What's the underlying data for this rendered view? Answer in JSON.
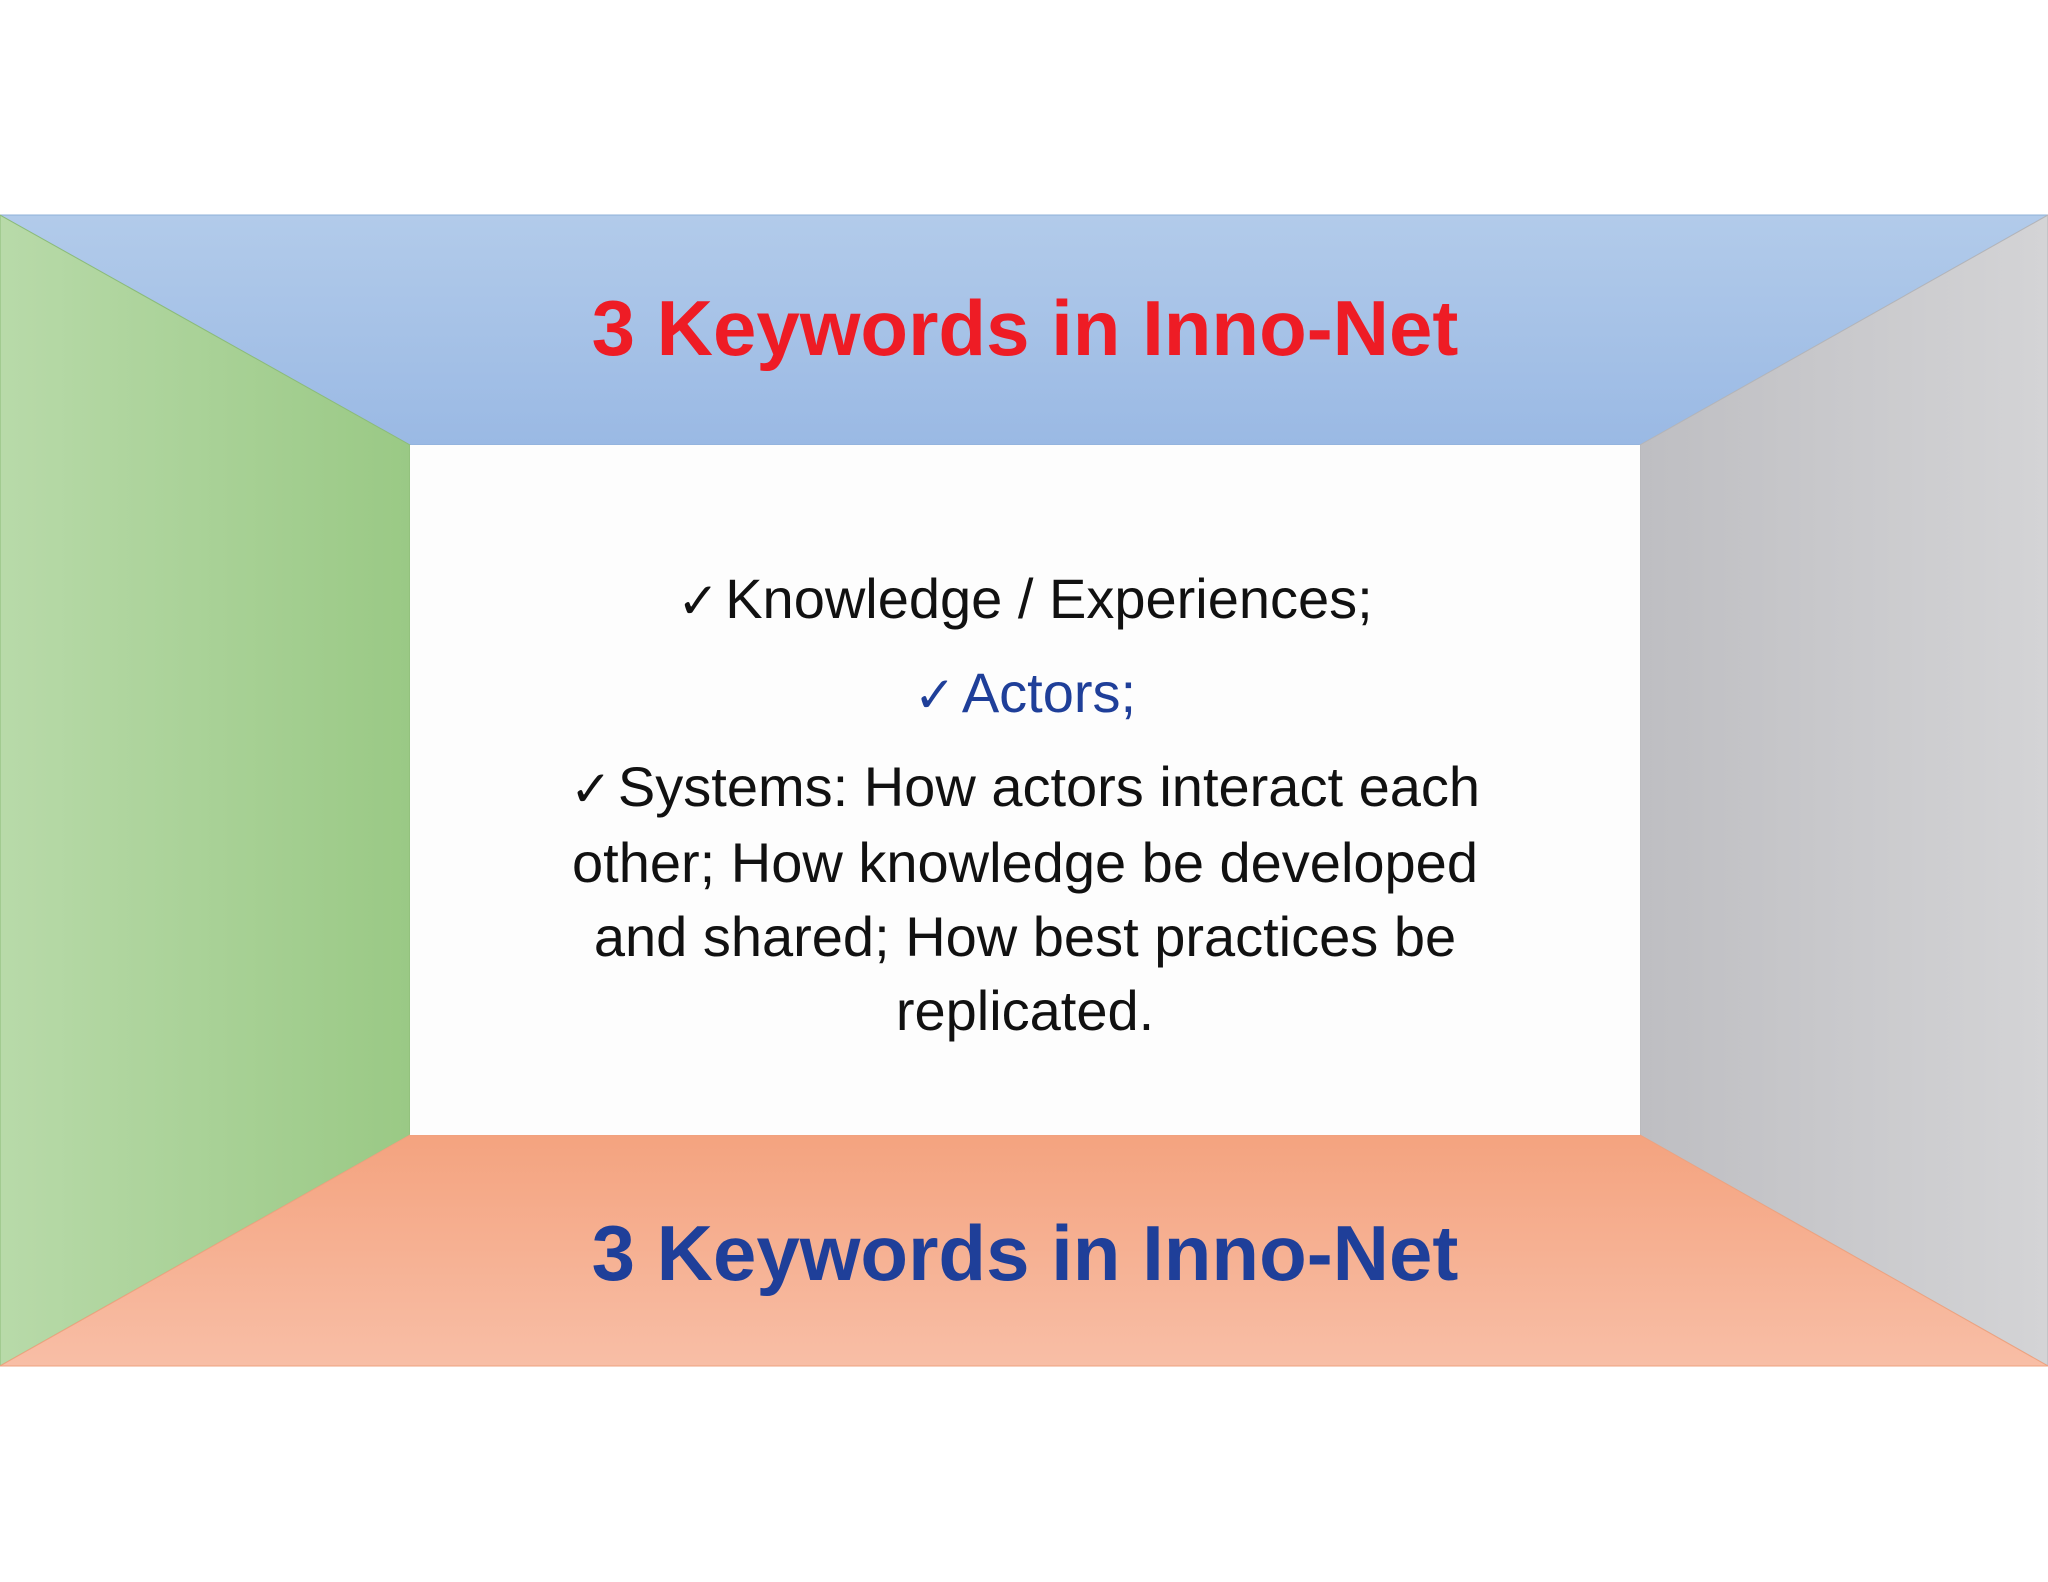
{
  "slide": {
    "top_title": "3 Keywords in Inno-Net",
    "bottom_title": "3 Keywords in Inno-Net",
    "items": [
      {
        "check": "✓",
        "text": "Knowledge / Experiences;"
      },
      {
        "check": "✓",
        "text": "Actors;"
      },
      {
        "check": "✓",
        "text": "Systems: How actors interact each other; How knowledge be developed and shared; How best practices be replicated."
      }
    ]
  },
  "colors": {
    "top_title": "#ee1c25",
    "bottom_title": "#1f3f99",
    "item_default": "#111111",
    "item_highlight": "#1f3f99",
    "top_panel": "#a9c4e8",
    "left_panel": "#a8d49a",
    "right_panel": "#c8c8ca",
    "bottom_panel": "#f6b093",
    "center_panel": "#fdfdfd"
  }
}
